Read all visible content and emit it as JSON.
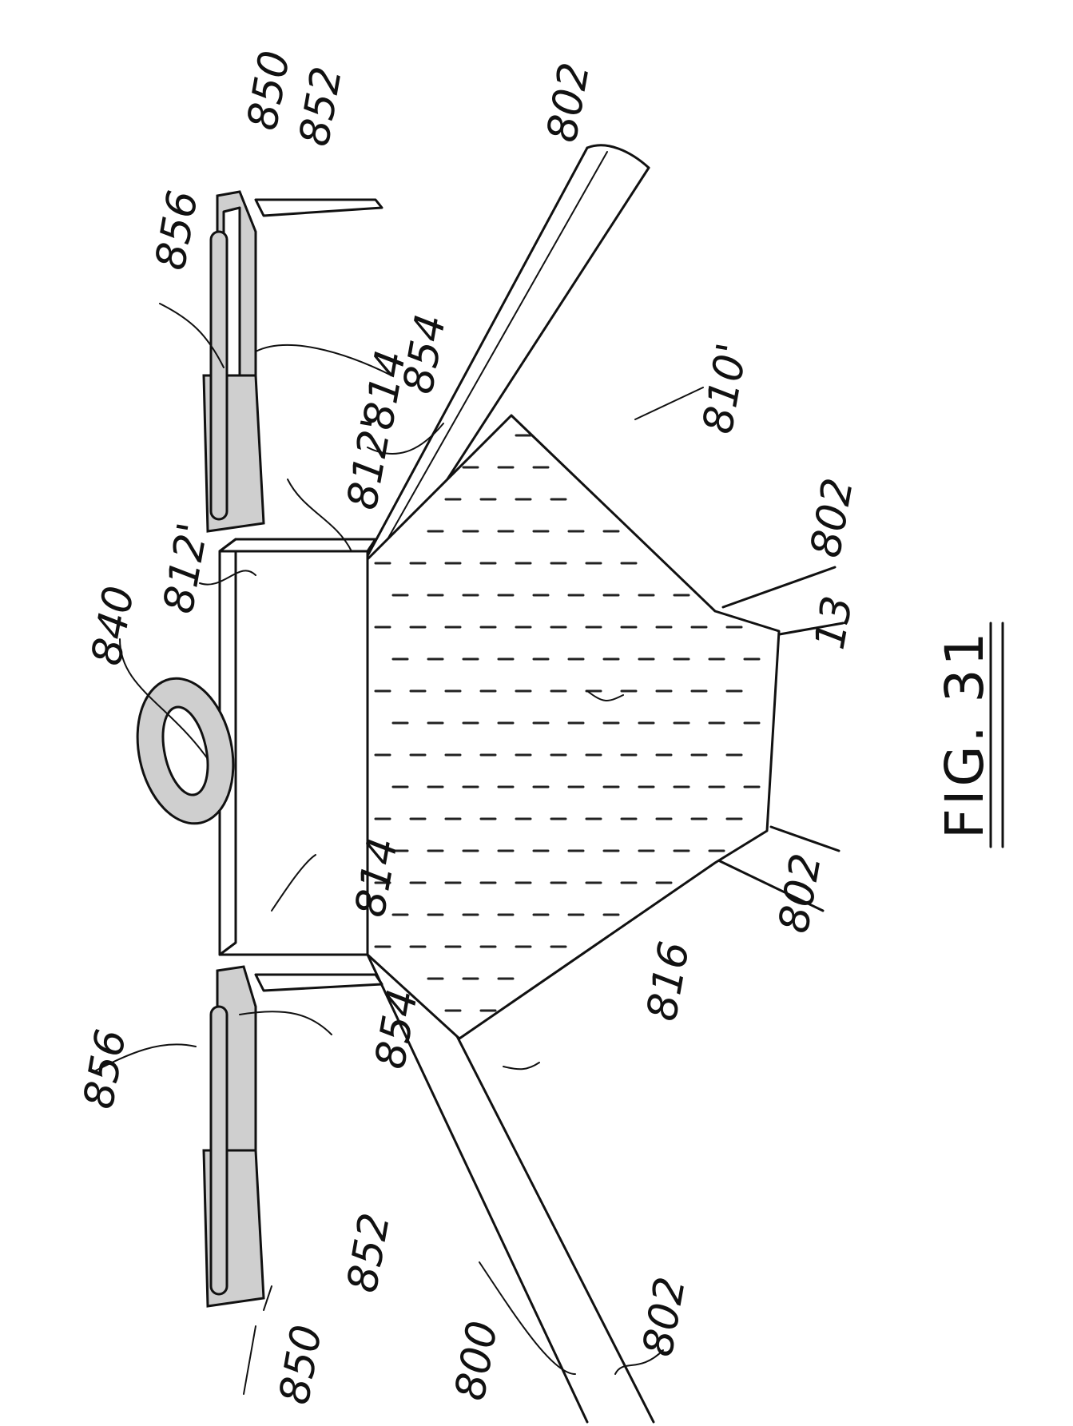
{
  "figure": {
    "caption": "FIG. 31",
    "labels": {
      "l800": "800",
      "l802": "802",
      "l810p": "810'",
      "l812p": "812'",
      "l814": "814",
      "l816": "816",
      "l13": "13",
      "l840": "840",
      "l850": "850",
      "l852": "852",
      "l854": "854",
      "l856": "856"
    }
  }
}
